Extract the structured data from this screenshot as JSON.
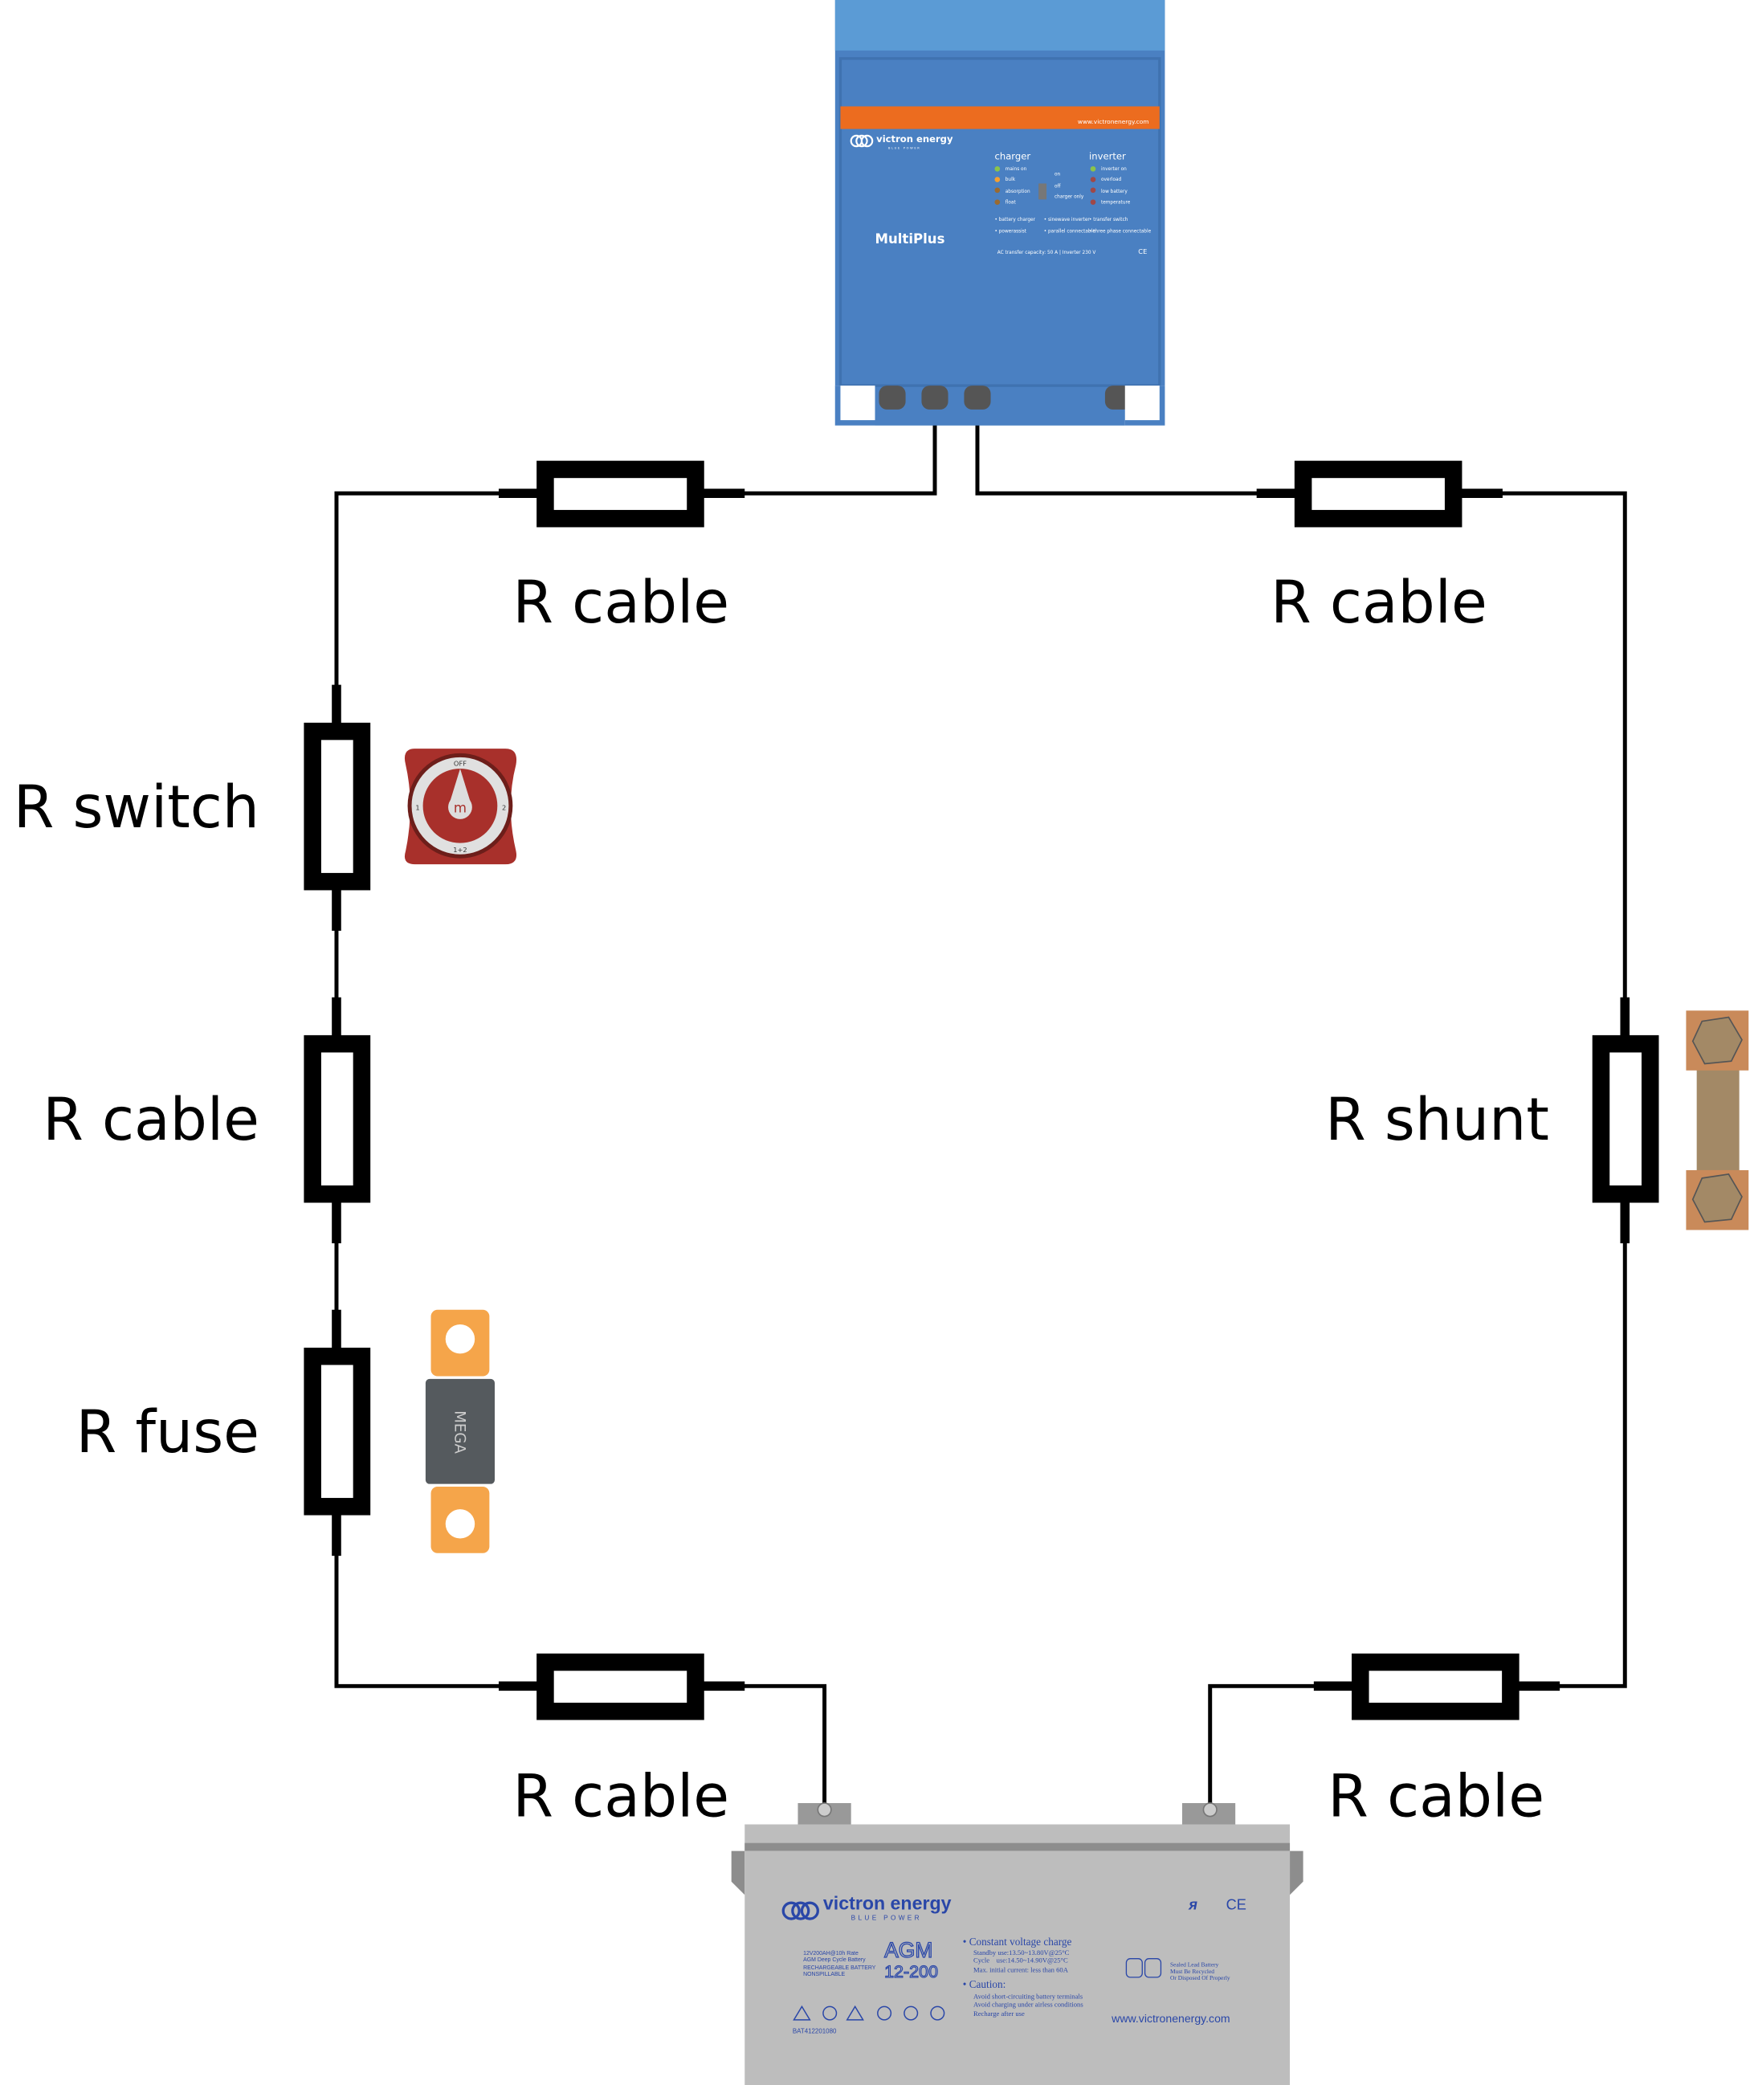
{
  "labels": {
    "cable_top_left": "R cable",
    "cable_top_right": "R cable",
    "switch": "R switch",
    "cable_left": "R cable",
    "fuse": "R fuse",
    "cable_bottom_left": "R cable",
    "cable_bottom_right": "R cable",
    "shunt": "R shunt"
  },
  "multiplus": {
    "url": "www.victronenergy.com",
    "brand": "victron energy",
    "tagline": "BLUE POWER",
    "model": "MultiPlus",
    "charger_title": "charger",
    "inverter_title": "inverter",
    "charger_leds": [
      "mains on",
      "bulk",
      "absorption",
      "float"
    ],
    "switch_labels": [
      "on",
      "off",
      "charger only"
    ],
    "inverter_leds": [
      "inverter on",
      "overload",
      "low battery",
      "temperature"
    ],
    "features": [
      "• battery charger",
      "• powerassist",
      "• sinewave inverter",
      "• parallel connectable",
      "• transfer switch",
      "• three phase connectable"
    ],
    "spec": "AC transfer capacity: 50 A | Inverter 230 V",
    "ce": "CE",
    "colors": {
      "body": "#4a80c2",
      "top": "#5b9bd5",
      "stripe": "#ec6c1f"
    }
  },
  "fuse": {
    "text": "MEGA",
    "colors": {
      "tab": "#f5a54a",
      "body": "#555a5e"
    }
  },
  "battery": {
    "brand": "victron energy",
    "tagline": "BLUE  POWER",
    "specs": [
      "12V200AH@10h Rate",
      "AGM Deep Cycle Battery",
      "RECHARGEABLE BATTERY",
      "NONSPILLABLE"
    ],
    "type": "AGM",
    "model": "12-200",
    "charge_title": "• Constant voltage charge",
    "charge_lines": [
      "Standby use:13.50~13.80V@25°C",
      "Cycle    use:14.50~14.90V@25°C",
      "Max. initial current: less than 60A"
    ],
    "caution_title": "• Caution:",
    "caution_lines": [
      "Avoid short-circuiting battery terminals",
      "Avoid charging under airless conditions",
      "Recharge  after use"
    ],
    "recycle_lines": [
      "Sealed Lead Battery",
      "Must Be Recycled",
      "Or Disposed Of Properly"
    ],
    "part_no": "BAT412201080",
    "url": "www.victronenergy.com",
    "marks": "CE",
    "colors": {
      "case": "#bdbdbd",
      "text": "#2a47a8"
    }
  },
  "switch_icon": {
    "positions": [
      "OFF",
      "1",
      "2",
      "1+2"
    ],
    "center": "m",
    "colors": {
      "base": "#a8302b"
    }
  },
  "shunt_icon": {
    "colors": {
      "bar": "#a38966",
      "lug": "#c98a5a"
    }
  }
}
